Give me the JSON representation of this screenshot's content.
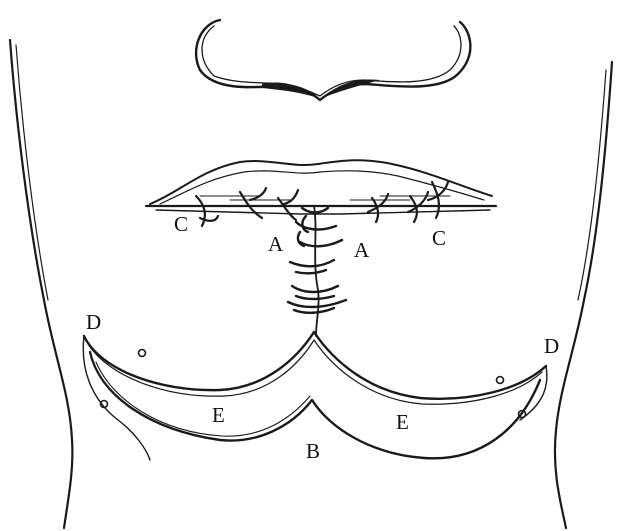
{
  "labels": {
    "a_left": "A",
    "a_right": "A",
    "b": "B",
    "c_left": "C",
    "c_right": "C",
    "d_left": "D",
    "d_right": "D",
    "e_left": "E",
    "e_right": "E"
  }
}
